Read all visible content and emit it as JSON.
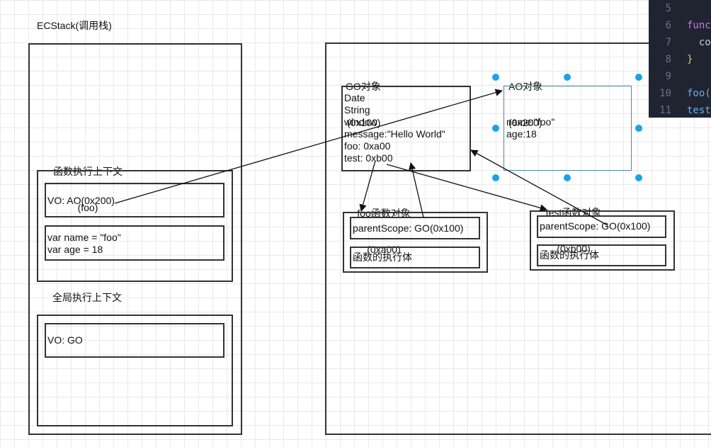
{
  "ecstack": {
    "title": "ECStack(调用栈)",
    "foo_context": {
      "title_line1": "函数执行上下文",
      "title_line2": "(foo)",
      "vo": "VO: AO(0x200)",
      "vars": "var name = \"foo\"\nvar age = 18"
    },
    "global_context": {
      "title": "全局执行上下文",
      "vo": "VO: GO"
    }
  },
  "heap": {
    "go": {
      "title_line1": "GO对象",
      "title_line2": "(0x100)",
      "props": "Date\nString\nwindow\nmessage:\"Hello World\"\nfoo: 0xa00\ntest: 0xb00"
    },
    "ao": {
      "title_line1": "AO对象",
      "title_line2": "(0x200)",
      "props": "name:\"foo\"\nage:18"
    },
    "foo_fn": {
      "title_line1": "foo函数对象",
      "title_line2": "(0xa00)",
      "scope": "parentScope: GO(0x100)",
      "body": "函数的执行体"
    },
    "test_fn": {
      "title_line1": "test函数对象",
      "title_line2": "(0xb00)",
      "scope": "parentScope: GO(0x100)",
      "body": "函数的执行体"
    }
  },
  "code_editor": {
    "lines": [
      {
        "num": "5",
        "text": "",
        "color": "#c8ccd4"
      },
      {
        "num": "6",
        "text": "func",
        "color": "#c678dd"
      },
      {
        "num": "7",
        "text": "  co",
        "color": "#c8ccd4"
      },
      {
        "num": "8",
        "text": "}",
        "color": "#e5c07b"
      },
      {
        "num": "9",
        "text": "",
        "color": "#c8ccd4"
      },
      {
        "num": "10",
        "text": "foo(",
        "color": "#61afef"
      },
      {
        "num": "11",
        "text": "test",
        "color": "#61afef"
      }
    ]
  },
  "colors": {
    "handle": "#1aa3e8",
    "code_bg": "#1f2430"
  }
}
